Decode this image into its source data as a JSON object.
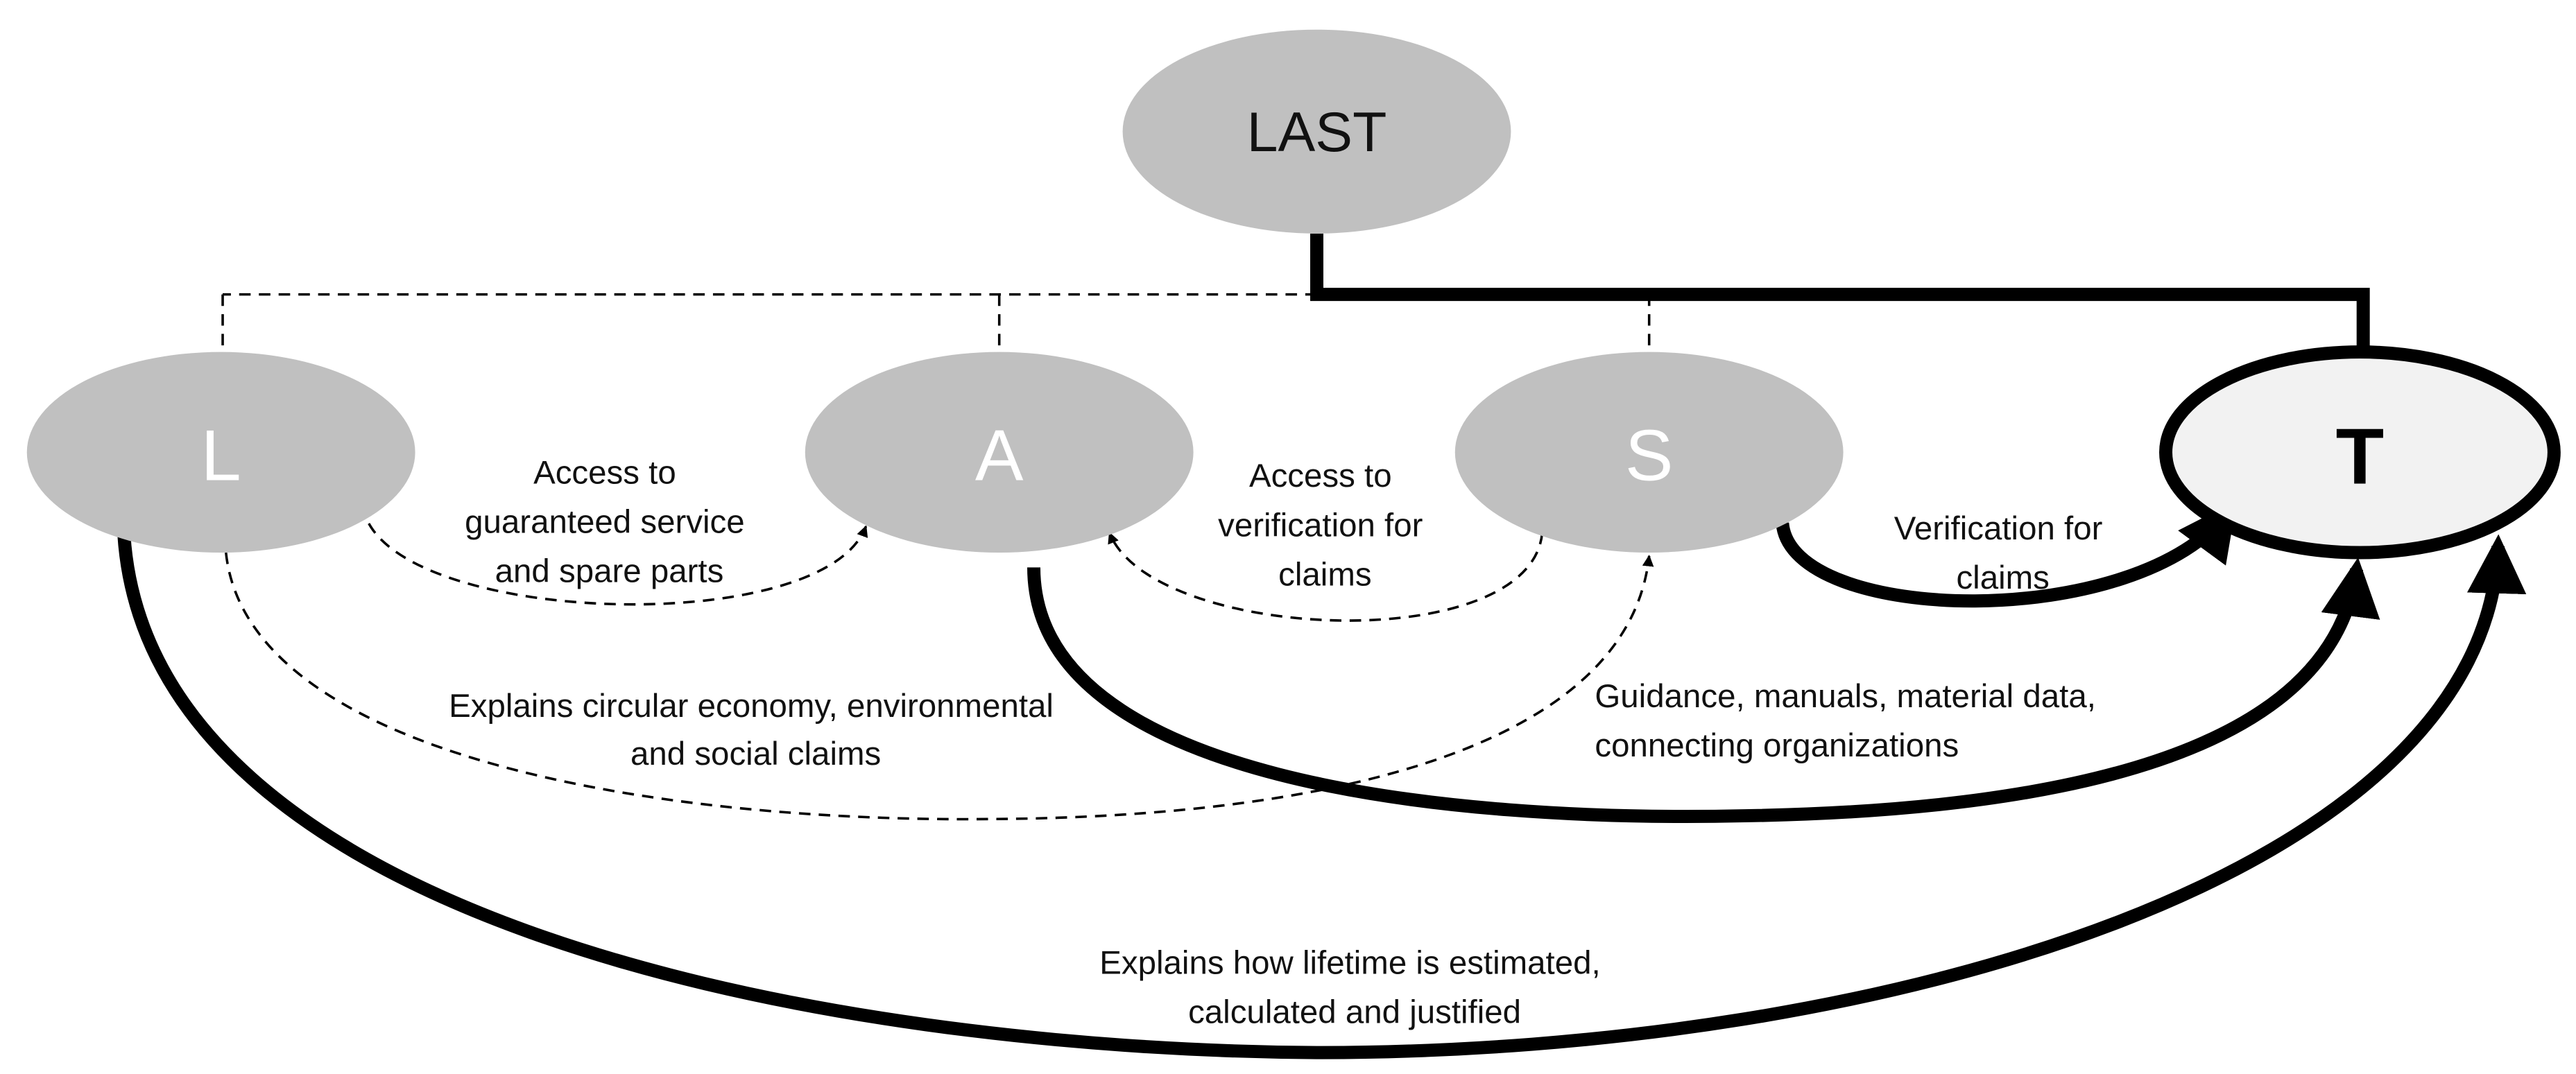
{
  "nodes": {
    "root": {
      "label": "LAST"
    },
    "l": {
      "label": "L"
    },
    "a": {
      "label": "A"
    },
    "s": {
      "label": "S"
    },
    "t": {
      "label": "T"
    }
  },
  "edges": {
    "l_to_a": [
      "Access to",
      "guaranteed service",
      "and spare parts"
    ],
    "s_to_a": [
      "Access to",
      "verification for",
      "claims"
    ],
    "s_to_t": [
      "Verification for",
      "claims"
    ],
    "l_to_s": [
      "Explains circular economy, environmental",
      "and social claims"
    ],
    "a_to_t": [
      "Guidance, manuals, material data,",
      "connecting organizations"
    ],
    "l_to_t": [
      "Explains how lifetime is estimated,",
      "calculated and justified"
    ]
  },
  "colors": {
    "node_fill": "#c0c0c0",
    "highlight_fill": "#f2f2f2",
    "stroke": "#000000",
    "node_text": "#ffffff",
    "root_text": "#111111"
  }
}
